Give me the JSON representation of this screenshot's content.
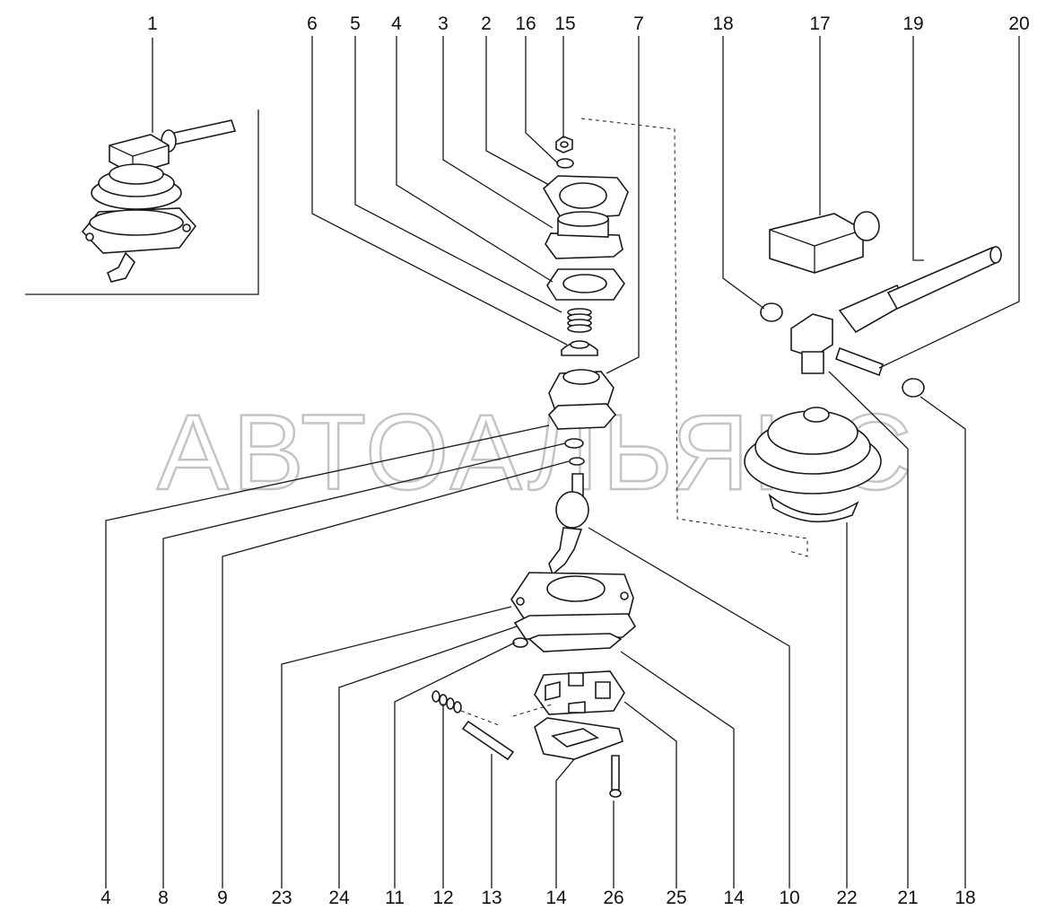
{
  "watermark": "АВТОАЛЬЯНС",
  "top_labels": [
    "1",
    "6",
    "5",
    "4",
    "3",
    "2",
    "16",
    "15",
    "7",
    "18",
    "17",
    "19",
    "20"
  ],
  "bottom_labels": [
    "4",
    "8",
    "9",
    "23",
    "24",
    "11",
    "12",
    "13",
    "14",
    "26",
    "25",
    "14",
    "10",
    "22",
    "21",
    "18"
  ]
}
